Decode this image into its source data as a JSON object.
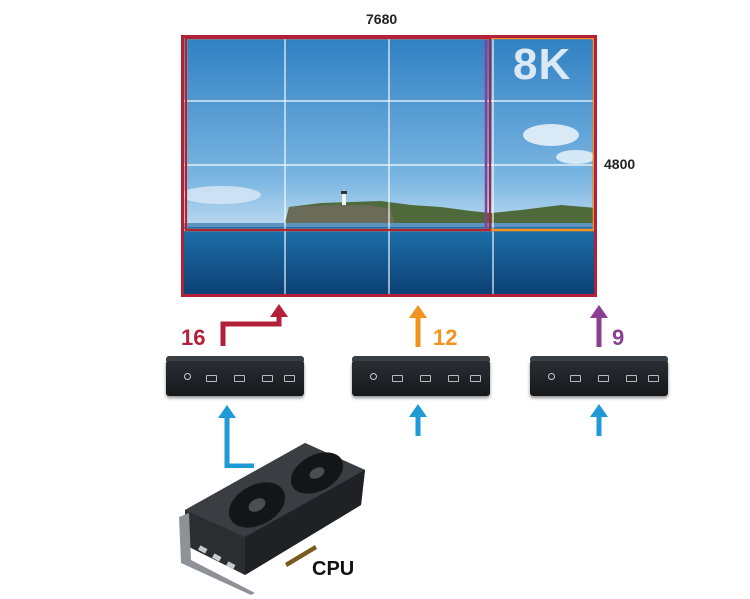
{
  "wall": {
    "width_label": "7680",
    "height_label": "4800",
    "badge": "8K",
    "grid_cols": 4,
    "grid_rows": 4
  },
  "outputs": [
    {
      "count": "16",
      "color": "#b3203a"
    },
    {
      "count": "12",
      "color": "#f29320"
    },
    {
      "count": "9",
      "color": "#8a3f93"
    }
  ],
  "source": {
    "label": "CPU"
  },
  "colors": {
    "region_16": "#b3203a",
    "region_12": "#f29320",
    "region_9": "#8a3f93",
    "input_arrow": "#1e9ad6"
  },
  "icons": [
    "arrow-up-icon",
    "graphics-card-icon",
    "video-wall-processor-icon"
  ]
}
